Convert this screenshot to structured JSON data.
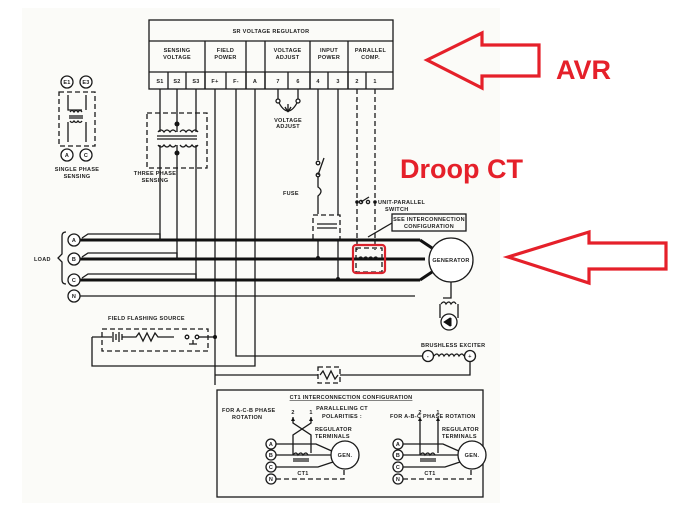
{
  "regulator": {
    "title": "SR  VOLTAGE  REGULATOR",
    "groups": [
      "SENSING\nVOLTAGE",
      "FIELD\nPOWER",
      "",
      "VOLTAGE\nADJUST",
      "INPUT\nPOWER",
      "PARALLEL\nCOMP."
    ],
    "group_lines": [
      [
        "SENSING",
        "VOLTAGE"
      ],
      [
        "FIELD",
        "POWER"
      ],
      [
        "",
        ""
      ],
      [
        "VOLTAGE",
        "ADJUST"
      ],
      [
        "INPUT",
        "POWER"
      ],
      [
        "PARALLEL",
        "COMP."
      ]
    ],
    "terminals": [
      "S1",
      "S2",
      "S3",
      "F+",
      "F-",
      "A",
      "7",
      "6",
      "4",
      "3",
      "2",
      "1"
    ]
  },
  "labels": {
    "voltage_adjust": [
      "VOLTAGE",
      "ADJUST"
    ],
    "single_phase": [
      "SINGLE PHASE",
      "SENSING"
    ],
    "three_phase": [
      "THREE PHASE",
      "SENSING"
    ],
    "single_phase_nodes": [
      "E1",
      "E3",
      "A",
      "C"
    ],
    "fuse": "FUSE",
    "unit_parallel_switch": [
      "UNIT-PARALLEL",
      "SWITCH"
    ],
    "see_interconnection": [
      "SEE INTERCONNECTION",
      "CONFIGURATION"
    ],
    "load": "LOAD",
    "phases": [
      "A",
      "B",
      "C",
      "N"
    ],
    "generator": "GENERATOR",
    "field_flashing": "FIELD  FLASHING  SOURCE",
    "brushless_exciter": "BRUSHLESS  EXCITER",
    "exciter_minus": "-",
    "exciter_plus": "+"
  },
  "inset": {
    "title": "CT1 INTERCONNECTION CONFIGURATION",
    "left_heading": [
      "FOR A-C-B PHASE",
      "ROTATION"
    ],
    "middle_heading": [
      "PARALLELING CT",
      "POLARITIES :"
    ],
    "right_heading": "FOR A-B-C PHASE ROTATION",
    "reg_terminals": [
      "REGULATOR",
      "TERMINALS"
    ],
    "terminal_nums": [
      "2",
      "1"
    ],
    "gen": "GEN.",
    "ct": "CT1",
    "phases": [
      "A",
      "B",
      "C",
      "N"
    ]
  },
  "annotations": {
    "avr": "AVR",
    "droop_ct": "Droop CT",
    "color": "#e5202a"
  }
}
